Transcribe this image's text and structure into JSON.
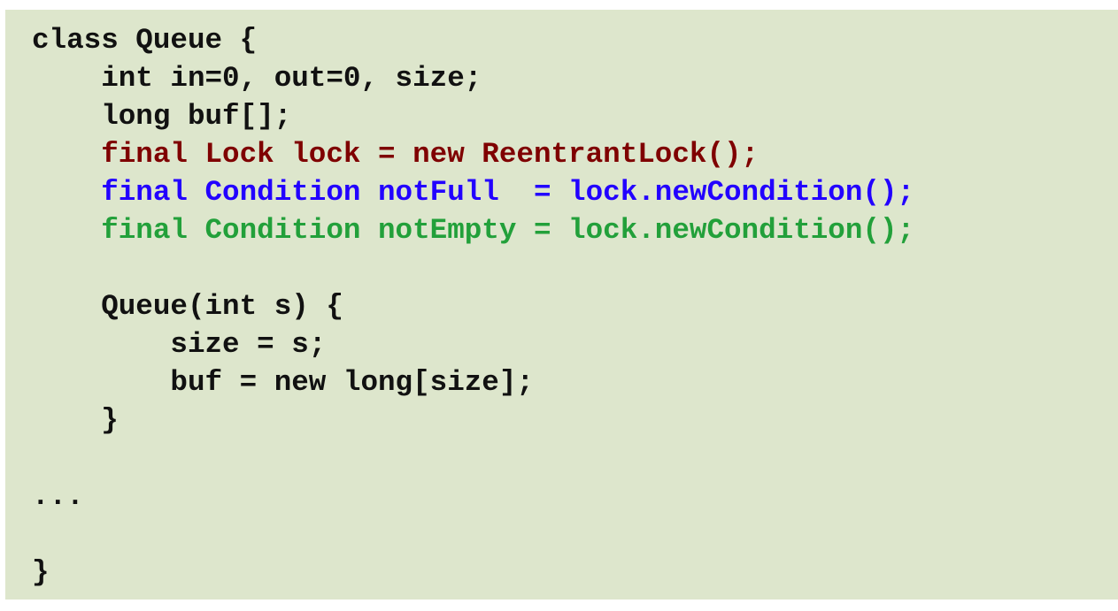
{
  "colors": {
    "background": "#dde6cc",
    "default": "#111111",
    "lock": "#7f0000",
    "notFull": "#2200ff",
    "notEmpty": "#22a03a"
  },
  "lines": [
    {
      "text": "class Queue {",
      "color": "default"
    },
    {
      "text": "    int in=0, out=0, size;",
      "color": "default"
    },
    {
      "text": "    long buf[];",
      "color": "default"
    },
    {
      "text": "    final Lock lock = new ReentrantLock();",
      "color": "lock"
    },
    {
      "text": "    final Condition notFull  = lock.newCondition();",
      "color": "notFull"
    },
    {
      "text": "    final Condition notEmpty = lock.newCondition();",
      "color": "notEmpty"
    },
    {
      "text": "",
      "color": "default"
    },
    {
      "text": "    Queue(int s) {",
      "color": "default"
    },
    {
      "text": "        size = s;",
      "color": "default"
    },
    {
      "text": "        buf = new long[size];",
      "color": "default"
    },
    {
      "text": "    }",
      "color": "default"
    },
    {
      "text": "",
      "color": "default"
    },
    {
      "text": "...",
      "color": "default"
    },
    {
      "text": "",
      "color": "default"
    },
    {
      "text": "}",
      "color": "default"
    }
  ]
}
